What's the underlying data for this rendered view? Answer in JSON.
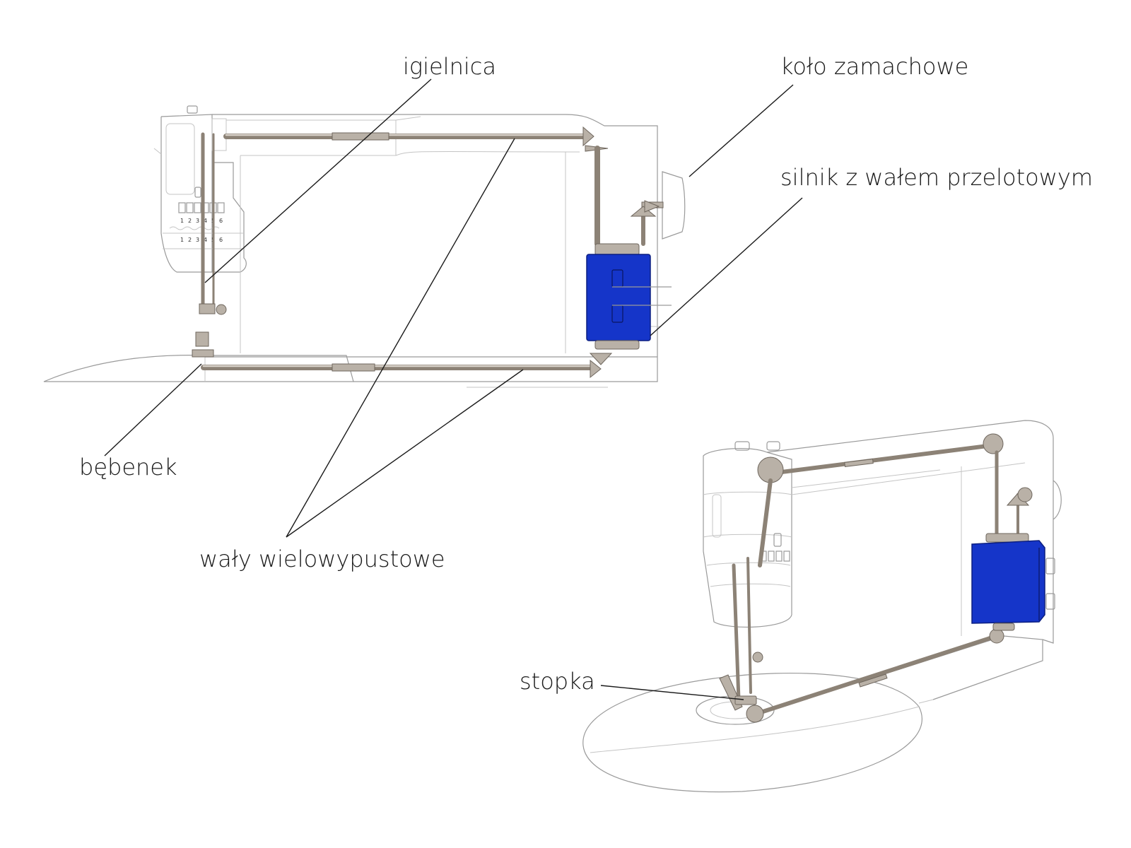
{
  "labels": {
    "igielnica": "igielnica",
    "kolo_zamachowe": "koło zamachowe",
    "silnik": "silnik z wałem przelotowym",
    "bebenek": "bębenek",
    "waly": "wały wielowypustowe",
    "stopka": "stopka"
  },
  "dial": {
    "top_numbers": [
      "1",
      "2",
      "3",
      "4",
      "5",
      "6"
    ],
    "bottom_numbers": [
      "1",
      "2",
      "3",
      "4",
      "5",
      "6"
    ]
  },
  "colors": {
    "motor": "#1535c9",
    "shaft": "#8c8276",
    "outline": "#9a9a9a",
    "text": "#1a1a1a"
  }
}
